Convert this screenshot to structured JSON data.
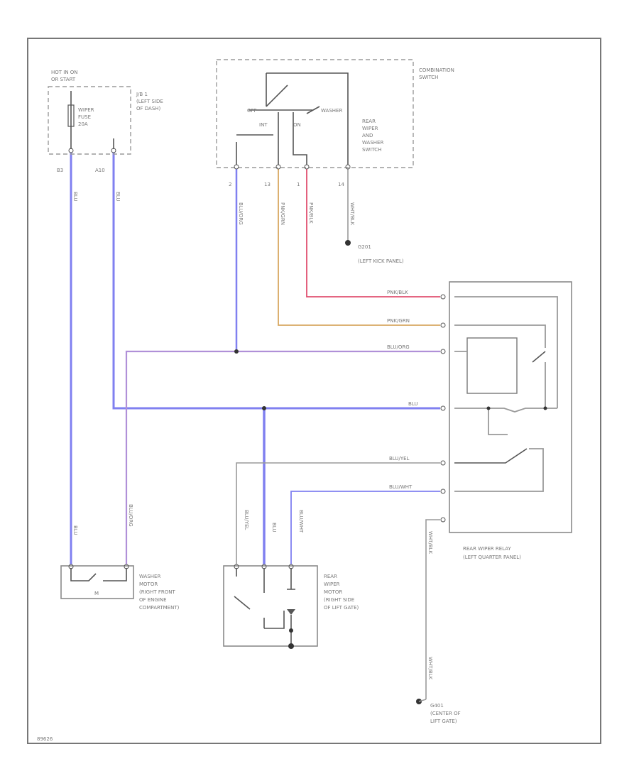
{
  "components": {
    "hot_label": [
      "HOT IN ON",
      "OR START"
    ],
    "fuse_label": [
      "WIPER",
      "FUSE",
      "20A"
    ],
    "jb_label": [
      "J/B 1",
      "(LEFT SIDE",
      "OF DASH)"
    ],
    "combination_switch_label": [
      "COMBINATION",
      "SWITCH"
    ],
    "rear_wiper_switch_label": [
      "REAR",
      "WIPER",
      "AND",
      "WASHER",
      "SWITCH"
    ],
    "switch_positions": [
      "OFF",
      "INT",
      "ON",
      "WASHER"
    ],
    "ground_g201_label": [
      "G201",
      "(LEFT KICK PANEL)"
    ],
    "relay_label": [
      "REAR WIPER RELAY",
      "(LEFT QUARTER PANEL)"
    ],
    "washer_motor_label": [
      "WASHER",
      "MOTOR",
      "(RIGHT FRONT",
      "OF ENGINE",
      "COMPARTMENT)"
    ],
    "washer_motor_m": "M",
    "rear_wiper_motor_label": [
      "REAR",
      "WIPER",
      "MOTOR",
      "(RIGHT SIDE",
      "OF LIFT GATE)"
    ],
    "ground_g401_label": [
      "G401",
      "(CENTER OF",
      "LIFT GATE)"
    ]
  },
  "pins": {
    "jb_left": "B3",
    "jb_right": "A10",
    "sw1": "2",
    "sw2": "13",
    "sw3": "1",
    "sw4": "14"
  },
  "wires": {
    "blu_1": "BLU",
    "blu_2": "BLU",
    "blu_org_1": "BLU/ORG",
    "pnk_grn": "PNK/GRN",
    "pnk_blk": "PNK/BLK",
    "wht_blk_1": "WHT/BLK",
    "r_pnk_blk": "PNK/BLK",
    "r_pnk_grn": "PNK/GRN",
    "r_blu_org": "BLU/ORG",
    "r_blu": "BLU",
    "r_blu_yel": "BLU/YEL",
    "r_blu_wht": "BLU/WHT",
    "blu_3": "BLU",
    "blu_org_2": "BLU/ORG",
    "m_blu_yel": "BLU/YEL",
    "m_blu": "BLU",
    "m_blu_wht": "BLU/WHT",
    "wht_blk_2": "WHT/BLK",
    "wht_blk_3": "WHT/BLK"
  },
  "footer_code": "89626",
  "colors": {
    "blue": "#8080f0",
    "purple": "#b090d8",
    "orange": "#d8a860",
    "red": "#e05070",
    "gray": "#9a9a9a",
    "frame": "#7a7a7a"
  }
}
